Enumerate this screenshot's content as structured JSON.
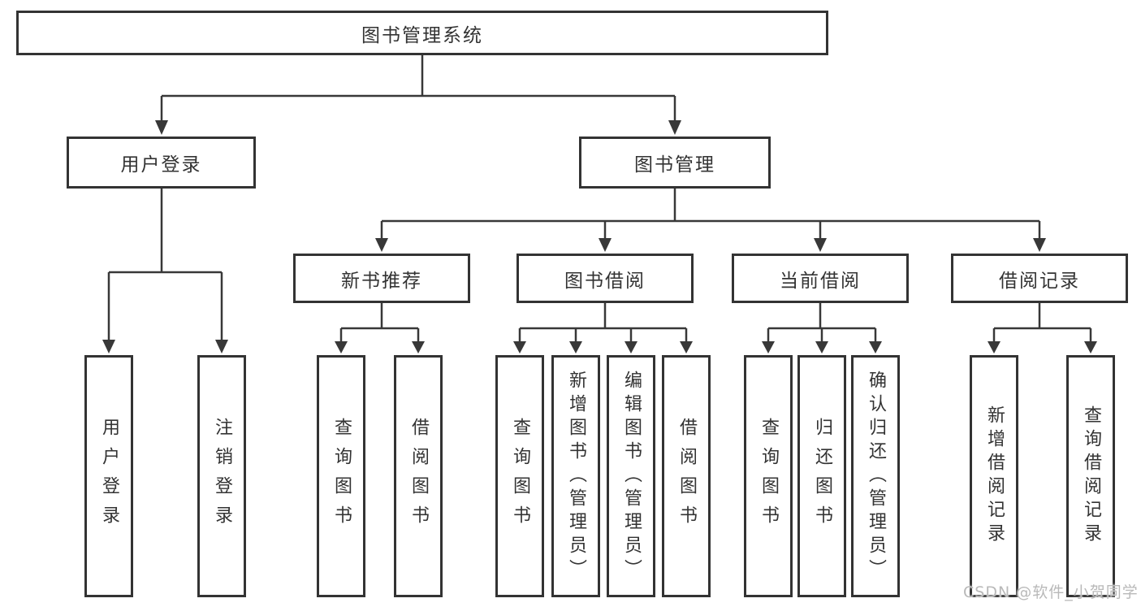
{
  "tree": {
    "root": "图书管理系统",
    "branches": [
      {
        "label": "用户登录",
        "leaves": [
          "用户登录",
          "注销登录"
        ]
      },
      {
        "label": "图书管理",
        "groups": [
          {
            "label": "新书推荐",
            "leaves": [
              "查询图书",
              "借阅图书"
            ]
          },
          {
            "label": "图书借阅",
            "leaves": [
              "查询图书",
              "新增图书（管理员）",
              "编辑图书（管理员）",
              "借阅图书"
            ]
          },
          {
            "label": "当前借阅",
            "leaves": [
              "查询图书",
              "归还图书",
              "确认归还（管理员）"
            ]
          },
          {
            "label": "借阅记录",
            "leaves": [
              "新增借阅记录",
              "查询借阅记录"
            ]
          }
        ]
      }
    ]
  },
  "watermark": {
    "text": "CSDN @软件_小贺同学"
  },
  "colors": {
    "line": "#383838",
    "box_border": "#333333",
    "text": "#333333",
    "watermark": "#b9b9b9",
    "background": "#ffffff"
  }
}
